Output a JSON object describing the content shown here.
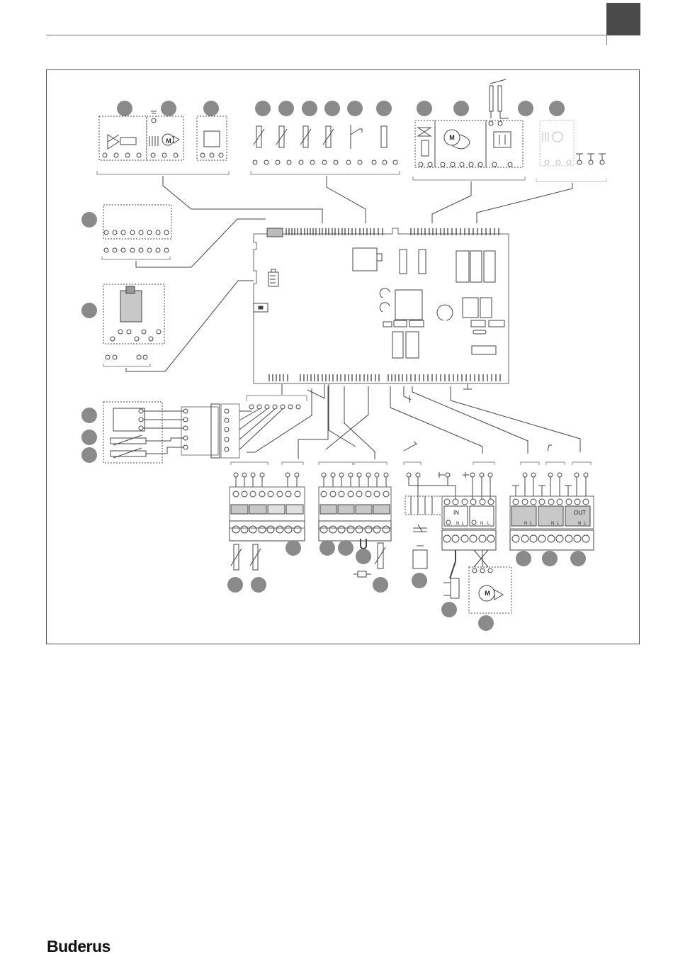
{
  "brand": {
    "name": "Buderus"
  },
  "terminal_labels": {
    "in": "IN",
    "out": "OUT",
    "n": "N",
    "l": "L",
    "motor": "M"
  },
  "colors": {
    "line": "#444444",
    "connector": "#888888",
    "tab": "#4a4a4a",
    "callout": "#888888"
  }
}
